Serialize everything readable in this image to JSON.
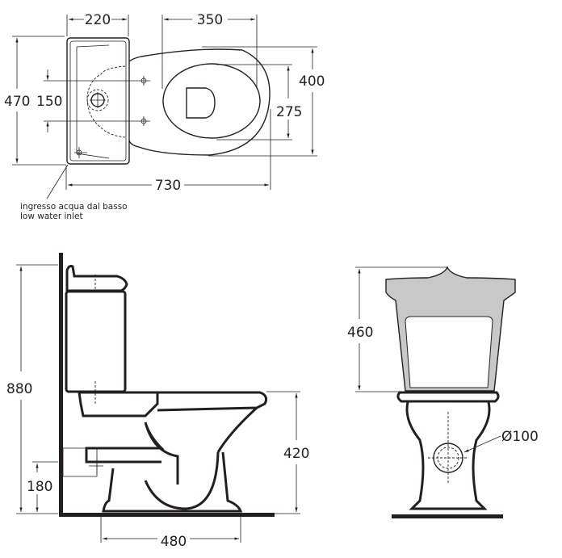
{
  "top_view": {
    "dims": {
      "tank_width": "220",
      "bowl_seat_length": "350",
      "bowl_width": "400",
      "seat_width": "275",
      "tank_depth": "470",
      "fixing_spacing": "150",
      "total_length": "730"
    },
    "note_line1": "ingresso acqua dal basso",
    "note_line2": "low water inlet"
  },
  "side_view": {
    "dims": {
      "total_height": "880",
      "outlet_height": "180",
      "seat_height": "420",
      "base_depth": "480"
    }
  },
  "front_view": {
    "dims": {
      "tank_height": "460",
      "outlet_diameter": "Ø100"
    },
    "tank_fill": "#c8c8c8"
  }
}
